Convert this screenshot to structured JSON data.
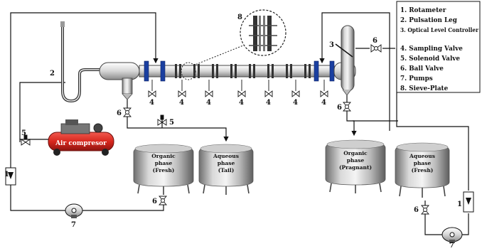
{
  "legend": {
    "items": [
      "1. Rotameter",
      "2. Pulsation Leg",
      "3. Optical Level Controller",
      "4. Sampling Valve",
      "5. Solenoid Valve",
      "6. Ball Valve",
      "7. Pumps",
      "8. Sieve-Plate"
    ]
  },
  "labels": {
    "compressor": "Air compresor",
    "n1": "1",
    "n2": "2",
    "n3": "3",
    "n4": "4",
    "n5": "5",
    "n6": "6",
    "n7": "7",
    "n8": "8"
  },
  "tanks": [
    {
      "line1": "Organic",
      "line2": "phase",
      "line3": "(Fresh)"
    },
    {
      "line1": "Aqueous",
      "line2": "phase",
      "line3": "(Tail)"
    },
    {
      "line1": "Organic",
      "line2": "phase",
      "line3": "(Pragnant)"
    },
    {
      "line1": "Aqueous",
      "line2": "phase",
      "line3": "(Fresh)"
    }
  ],
  "colors": {
    "compressor": "#d8271e",
    "line": "#111111",
    "tank": "#9a9a9a"
  }
}
